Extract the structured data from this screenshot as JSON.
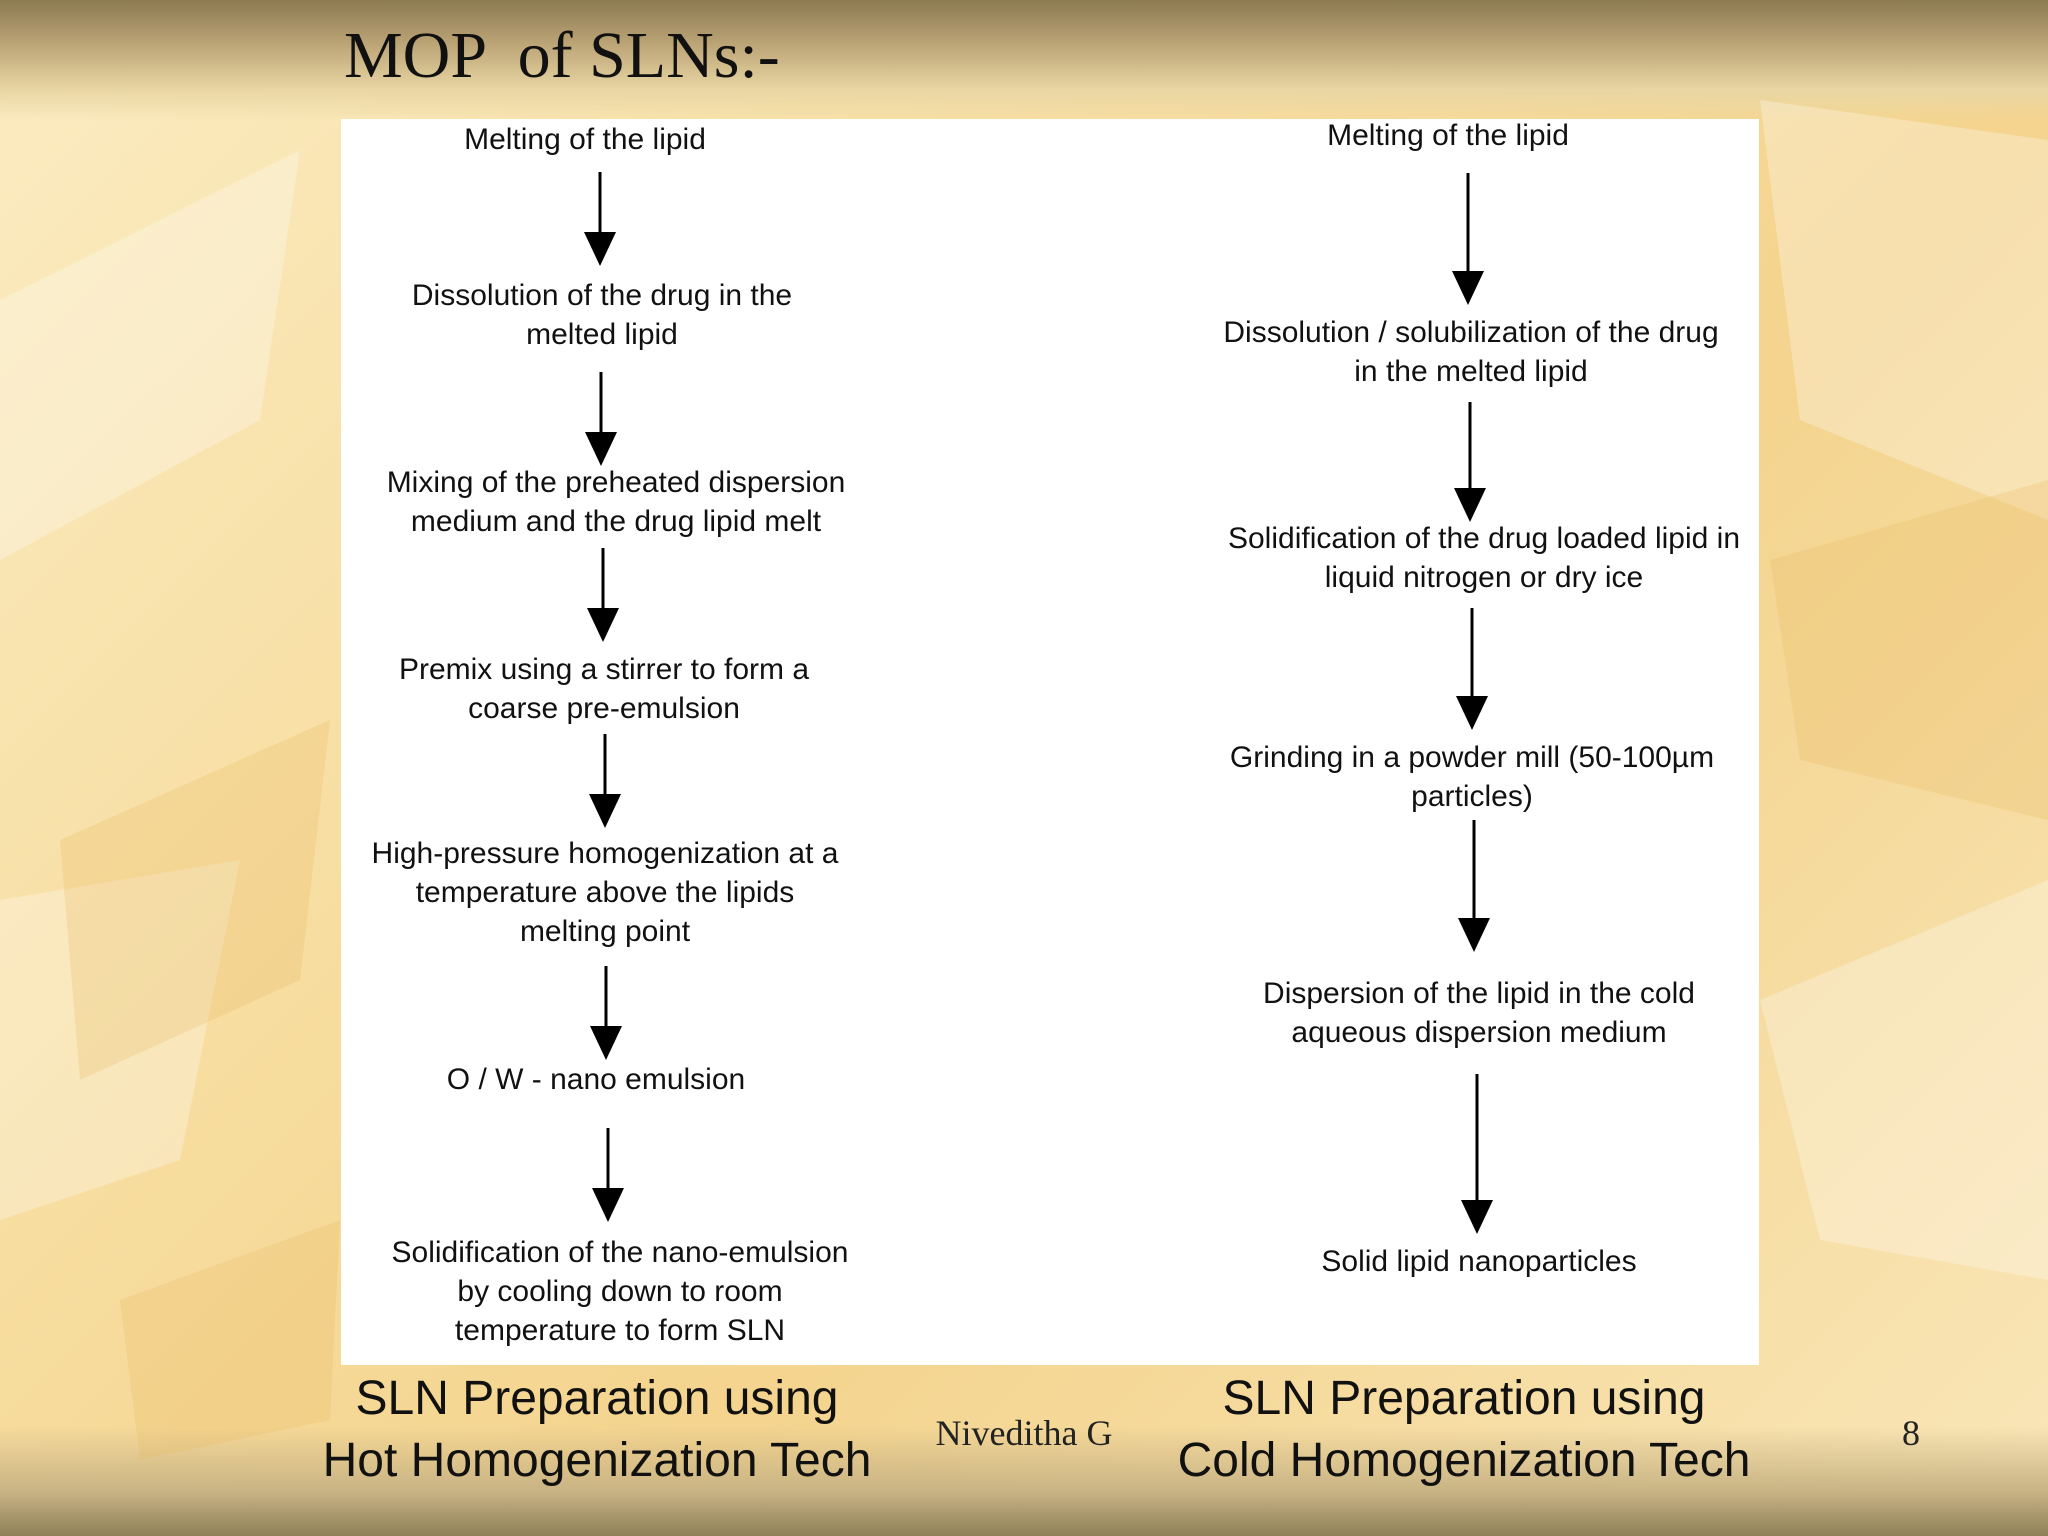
{
  "slide": {
    "title": "MOP  of SLNs:-",
    "author": "Niveditha G",
    "page_number": "8"
  },
  "hot_flow": {
    "steps": [
      "Melting of the lipid",
      "Dissolution of the drug in the\nmelted lipid",
      "Mixing of the preheated dispersion\nmedium and the drug lipid melt",
      "Premix using a stirrer to form a\ncoarse pre-emulsion",
      "High-pressure homogenization at a\ntemperature above the lipids\nmelting point",
      "O / W - nano emulsion",
      "Solidification of the nano-emulsion\nby cooling down to room\ntemperature to form SLN"
    ],
    "caption": "SLN Preparation using\nHot Homogenization Tech"
  },
  "cold_flow": {
    "steps": [
      "Melting of the lipid",
      "Dissolution / solubilization of the drug\nin the melted lipid",
      "Solidification of the drug loaded lipid in\nliquid nitrogen or dry ice",
      "Grinding in a powder mill (50-100µm\nparticles)",
      "Dispersion of the lipid in the cold\naqueous dispersion medium",
      "Solid lipid nanoparticles"
    ],
    "caption": "SLN Preparation using\nCold Homogenization Tech"
  }
}
